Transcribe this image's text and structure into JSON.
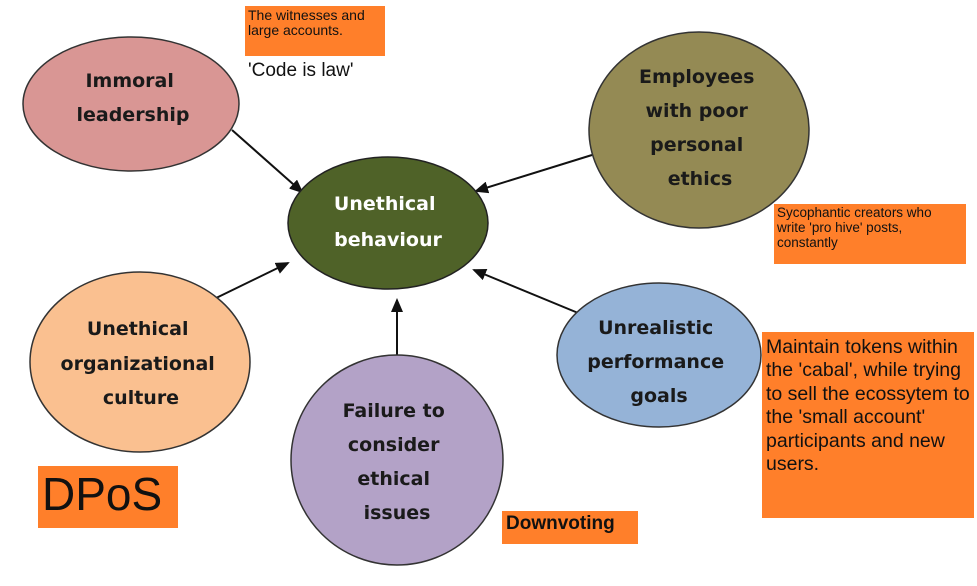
{
  "center": {
    "lines": [
      "Unethical",
      "behaviour"
    ],
    "color": "#4f6228"
  },
  "nodes": [
    {
      "id": "immoral-leadership",
      "lines": [
        "Immoral",
        "leadership"
      ],
      "color": "#d99694"
    },
    {
      "id": "employees-poor-ethics",
      "lines": [
        "Employees",
        "with poor",
        "personal",
        "ethics"
      ],
      "color": "#948a54"
    },
    {
      "id": "unethical-culture",
      "lines": [
        "Unethical",
        "organizational",
        "culture"
      ],
      "color": "#fac090"
    },
    {
      "id": "failure-ethical-issues",
      "lines": [
        "Failure to",
        "consider",
        "ethical",
        "issues"
      ],
      "color": "#b3a2c7"
    },
    {
      "id": "unrealistic-goals",
      "lines": [
        "Unrealistic",
        "performance",
        "goals"
      ],
      "color": "#95b3d7"
    }
  ],
  "annotations": {
    "witnesses": "The witnesses and large accounts.",
    "code_is_law": "'Code is law'",
    "sycophantic": "Sycophantic creators who write 'pro hive' posts, constantly",
    "tokens": "Maintain tokens within the 'cabal', while trying to sell the ecossytem to the 'small account' participants and new users.",
    "downvoting": "Downvoting",
    "dpos": "DPoS"
  },
  "note_color": "#ff7f2a"
}
